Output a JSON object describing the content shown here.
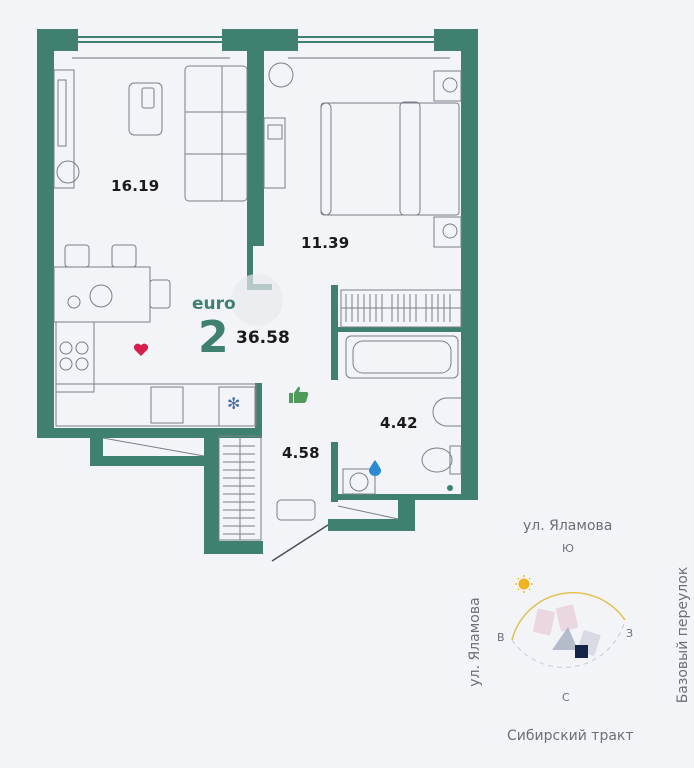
{
  "plan": {
    "type": "euro",
    "rooms": "2",
    "total_area": "36.58",
    "rooms_list": [
      {
        "name": "living-kitchen",
        "area": "16.19"
      },
      {
        "name": "bedroom",
        "area": "11.39"
      },
      {
        "name": "hallway",
        "area": "4.58"
      },
      {
        "name": "bathroom",
        "area": "4.42"
      }
    ],
    "colors": {
      "wall": "#3f8070",
      "background": "#f2f4f8",
      "heart": "#d81e4a",
      "thumb": "#4f9a5a",
      "drop": "#2a8ad4",
      "sun": "#f0b41e"
    }
  },
  "compass": {
    "streets": {
      "top": "ул. Яламова",
      "left": "ул. Яламова",
      "right": "Базовый переулок",
      "bottom": "Сибирский тракт"
    },
    "directions": {
      "top": "Ю",
      "left": "В",
      "right": "З",
      "bottom": "С"
    }
  }
}
